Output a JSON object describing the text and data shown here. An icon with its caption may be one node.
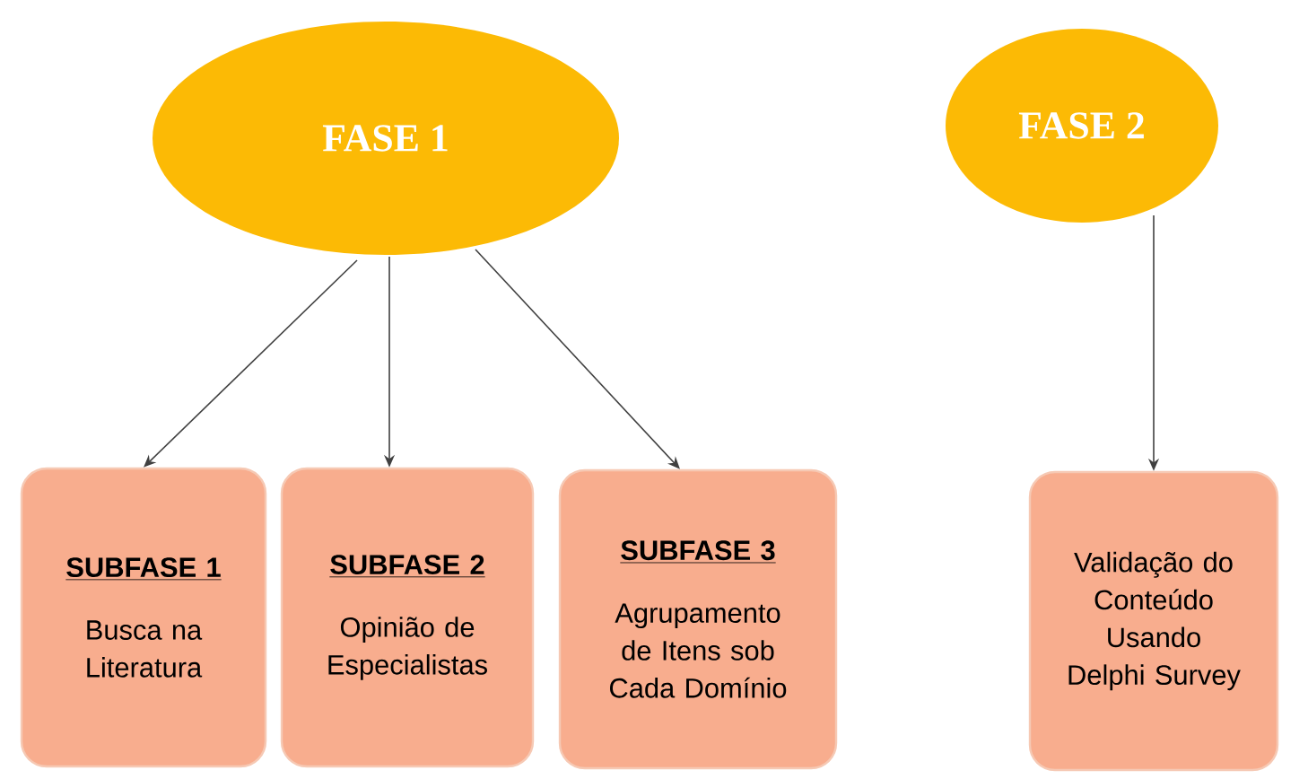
{
  "diagram": {
    "nodes": [
      {
        "text": [
          "FASE 1"
        ]
      },
      {
        "text": [
          "SUBFASE 1",
          "Busca na Literatura"
        ]
      },
      {
        "text": [
          "SUBFASE 2",
          "Opinião de Especialistas"
        ]
      },
      {
        "text": [
          "SUBFASE 3",
          "Agrupamento de Itens sob Cada Domínio"
        ]
      },
      {
        "text": [
          "FASE 2"
        ]
      },
      {
        "text": [
          "Validação do Conteúdo Usando Delphi Survey"
        ]
      }
    ],
    "edges": [
      {
        "from": 0,
        "to": 1,
        "arrow": "to"
      },
      {
        "from": 0,
        "to": 2,
        "arrow": "to"
      },
      {
        "from": 0,
        "to": 3,
        "arrow": "to"
      },
      {
        "from": 4,
        "to": 5,
        "arrow": "to"
      }
    ]
  }
}
